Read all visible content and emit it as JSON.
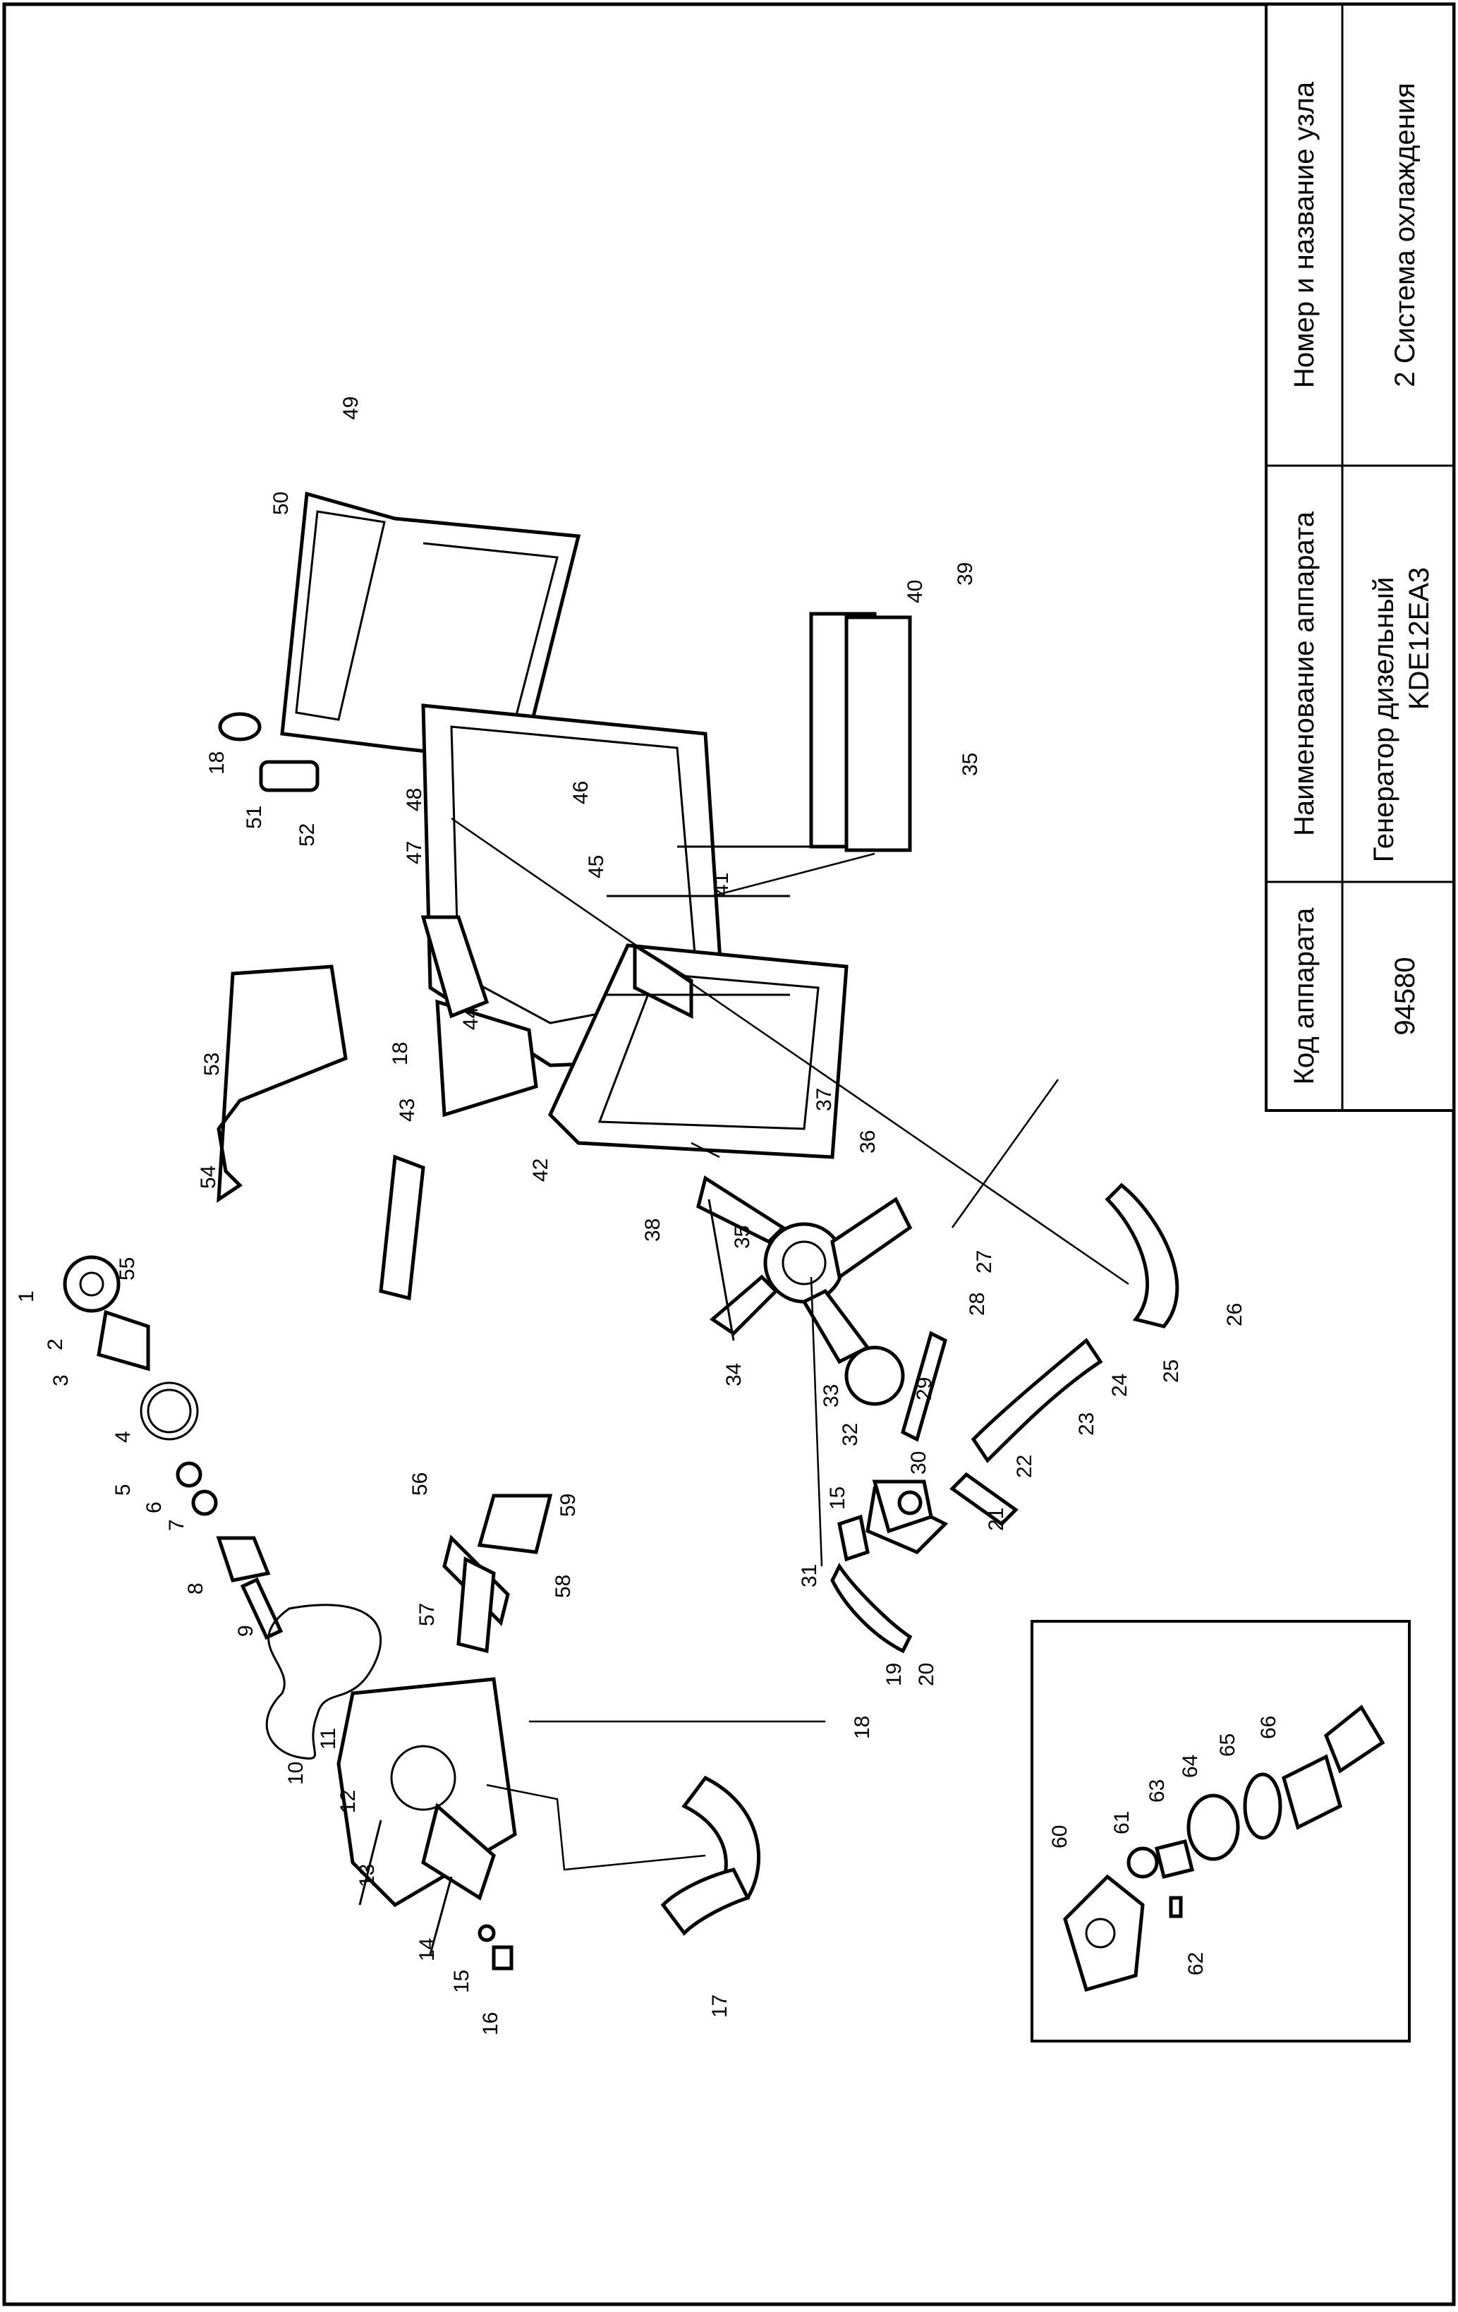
{
  "title_block": {
    "col1_header": "Код аппарата",
    "col1_value": "94580",
    "col2_header": "Наименование аппарата",
    "col2_value_line1": "Генератор дизельный",
    "col2_value_line2": "KDE12EA3",
    "col3_header": "Номер и название узла",
    "col3_value": "2 Система охлаждения"
  },
  "labels": [
    "1",
    "2",
    "3",
    "4",
    "5",
    "6",
    "7",
    "8",
    "9",
    "10",
    "11",
    "12",
    "13",
    "14",
    "15",
    "16",
    "17",
    "18",
    "19",
    "20",
    "21",
    "22",
    "23",
    "24",
    "25",
    "26",
    "27",
    "28",
    "29",
    "30",
    "31",
    "32",
    "33",
    "34",
    "35",
    "36",
    "37",
    "38",
    "39",
    "40",
    "41",
    "42",
    "43",
    "44",
    "45",
    "46",
    "47",
    "48",
    "49",
    "50",
    "51",
    "52",
    "53",
    "54",
    "55",
    "56",
    "57",
    "58",
    "59",
    "60",
    "61",
    "62",
    "63",
    "64",
    "65",
    "66"
  ],
  "extra_labels": {
    "l15b": "15",
    "l18b": "18",
    "l18c": "18",
    "l35b": "35"
  }
}
